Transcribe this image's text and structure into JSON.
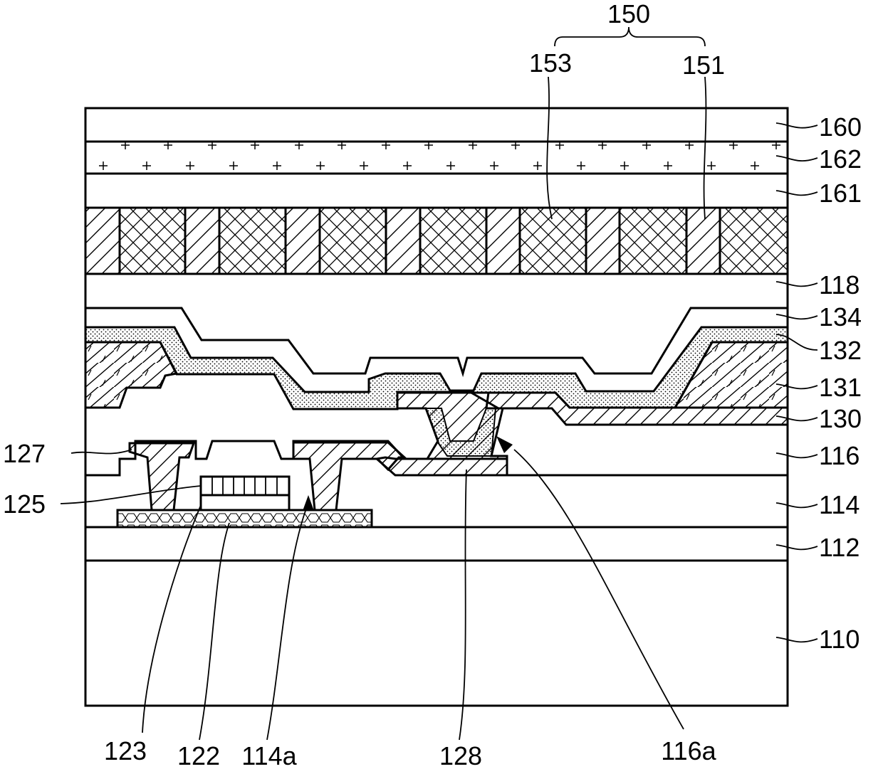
{
  "labels": {
    "l150": "150",
    "l153": "153",
    "l151": "151",
    "l160": "160",
    "l162": "162",
    "l161": "161",
    "l118": "118",
    "l134": "134",
    "l132": "132",
    "l131": "131",
    "l130": "130",
    "l116": "116",
    "l114": "114",
    "l112": "112",
    "l110": "110",
    "l127": "127",
    "l125": "125",
    "l123": "123",
    "l122": "122",
    "l114a": "114a",
    "l128": "128",
    "l116a": "116a"
  }
}
